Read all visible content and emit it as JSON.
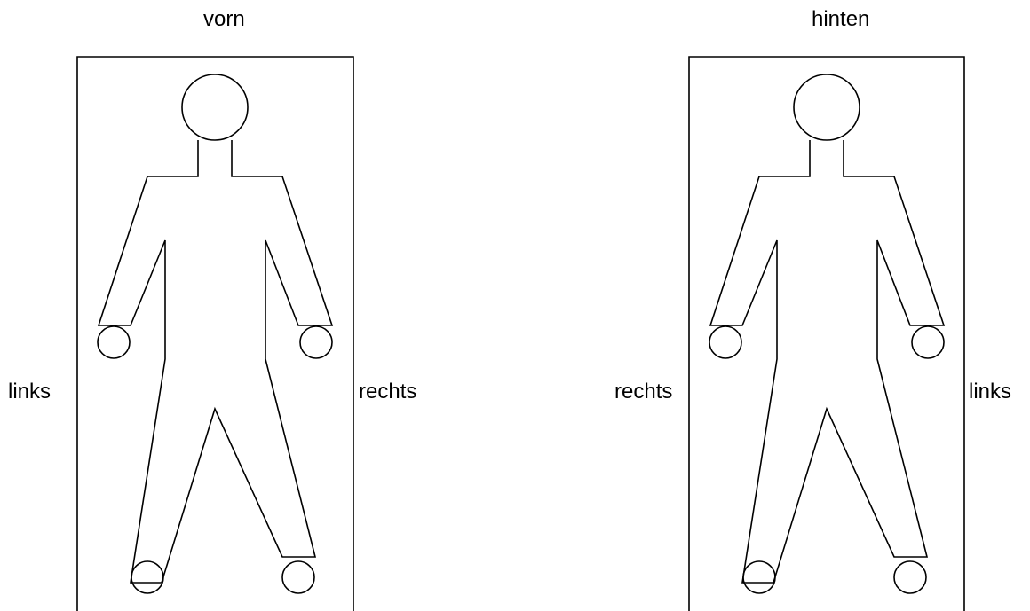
{
  "panels": [
    {
      "heading": "vorn",
      "side_left": "links",
      "side_right": "rechts"
    },
    {
      "heading": "hinten",
      "side_left": "rechts",
      "side_right": "links"
    }
  ],
  "colors": {
    "stroke": "#000000",
    "background": "#ffffff"
  }
}
